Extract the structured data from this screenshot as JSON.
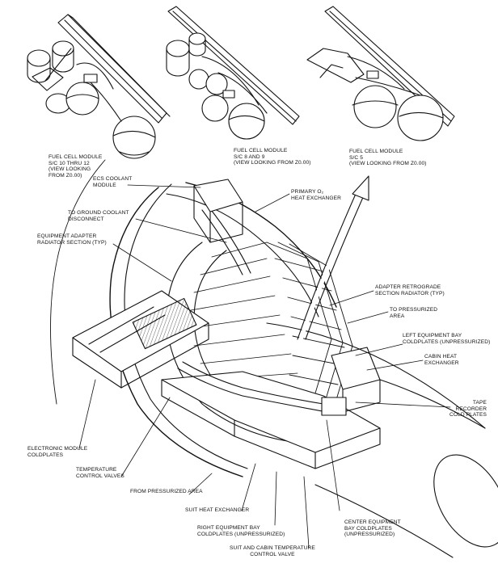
{
  "callouts": {
    "fc_10_12": [
      "FUEL CELL MODULE",
      "S/C 10 THRU 12",
      "(VIEW LOOKING",
      "FROM Z0.00)"
    ],
    "fc_8_9": [
      "FUEL CELL MODULE",
      "S/C 8 AND 9",
      "(VIEW LOOKING FROM Z0.00)"
    ],
    "fc_5": [
      "FUEL CELL MODULE",
      "S/C 5",
      "(VIEW LOOKING FROM Z0.00)"
    ],
    "ecs_coolant": [
      "ECS COOLANT",
      "MODULE"
    ],
    "primary_o2": [
      "PRIMARY O₂",
      "HEAT EXCHANGER"
    ],
    "ground_coolant": [
      "TO GROUND COOLANT",
      "DISCONNECT"
    ],
    "eq_adapter": [
      "EQUIPMENT ADAPTER",
      "RADIATOR SECTION (TYP)"
    ],
    "adapter_retro": [
      "ADAPTER RETROGRADE",
      "SECTION RADIATOR (TYP)"
    ],
    "to_pressurized": [
      "TO PRESSURIZED",
      "AREA"
    ],
    "left_bay": [
      "LEFT EQUIPMENT BAY",
      "COLDPLATES (UNPRESSURIZED)"
    ],
    "cabin_hx": [
      "CABIN HEAT",
      "EXCHANGER"
    ],
    "tape_recorder": [
      "TAPE",
      "RECORDER",
      "COLD PLATES"
    ],
    "electronic_module": [
      "ELECTRONIC MODULE",
      "COLDPLATES"
    ],
    "temp_control": [
      "TEMPERATURE",
      "CONTROL VALVES"
    ],
    "from_pressurized": [
      "FROM PRESSURIZED AREA"
    ],
    "suit_hx": [
      "SUIT HEAT EXCHANGER"
    ],
    "right_bay": [
      "RIGHT EQUIPMENT BAY",
      "COLDPLATES (UNPRESSURIZED)"
    ],
    "center_bay": [
      "CENTER EQUIPMENT",
      "BAY COLDPLATES",
      "(UNPRESSURIZED)"
    ],
    "suit_cabin_valve": [
      "SUIT AND CABIN TEMPERATURE",
      "CONTROL VALVE"
    ]
  }
}
